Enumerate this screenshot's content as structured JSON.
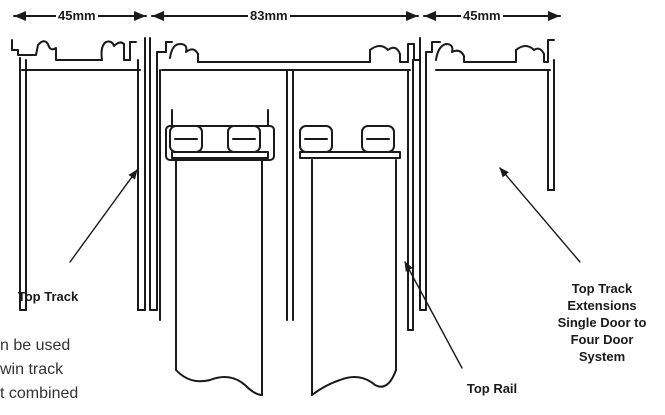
{
  "dimensions": {
    "left_width": "45mm",
    "center_width": "83mm",
    "right_width": "45mm"
  },
  "callouts": {
    "top_track": "Top Track",
    "top_rail": "Top Rail",
    "extensions": [
      "Top Track",
      "Extensions",
      "Single Door to",
      "Four Door",
      "System"
    ]
  },
  "body_text": {
    "lines": [
      "n be used",
      "win track",
      "t combined"
    ]
  },
  "colors": {
    "line": "#1a1a1a",
    "background": "#ffffff"
  }
}
